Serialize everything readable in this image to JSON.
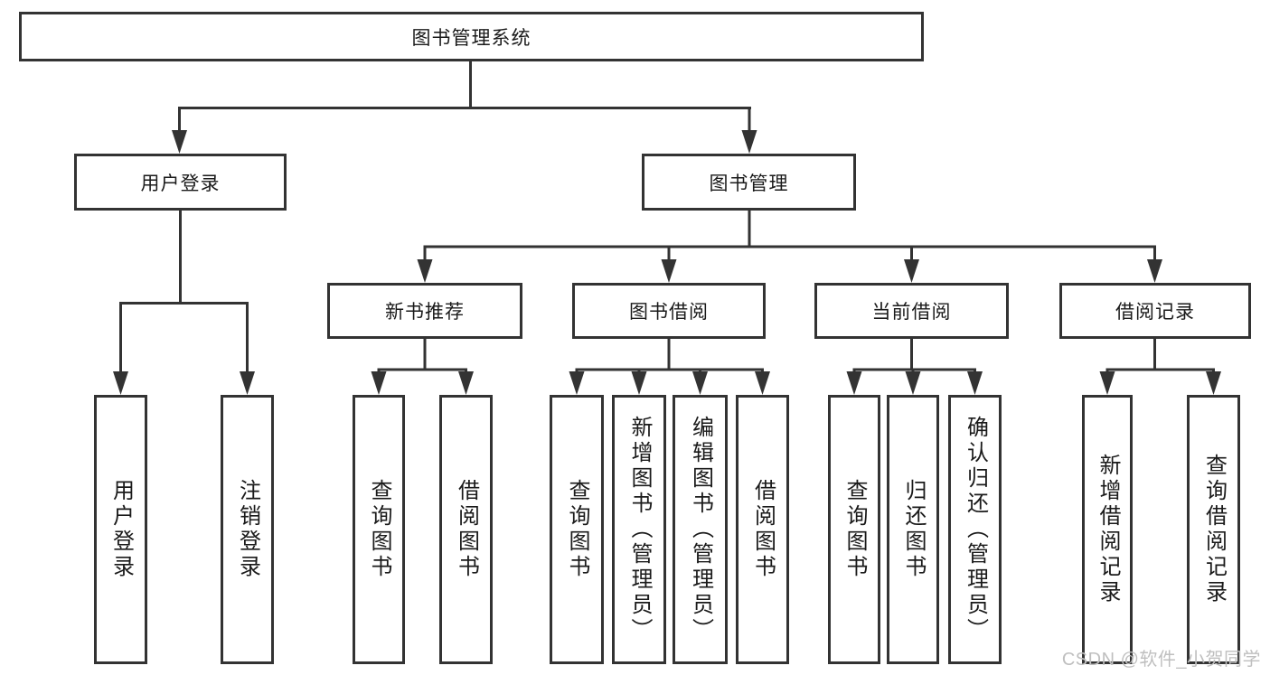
{
  "diagram": {
    "type": "hierarchy",
    "colors": {
      "line": "#333333",
      "box_border": "#333333",
      "text": "#1a1a1a",
      "background": "#ffffff",
      "watermark": "#bfbfbf"
    },
    "watermark": "CSDN @软件_小贺同学",
    "tree": {
      "label": "图书管理系统",
      "children": [
        {
          "label": "用户登录",
          "children": [
            {
              "label": "用户登录"
            },
            {
              "label": "注销登录"
            }
          ]
        },
        {
          "label": "图书管理",
          "children": [
            {
              "label": "新书推荐",
              "children": [
                {
                  "label": "查询图书"
                },
                {
                  "label": "借阅图书"
                }
              ]
            },
            {
              "label": "图书借阅",
              "children": [
                {
                  "label": "查询图书"
                },
                {
                  "label": "新增图书（管理员）"
                },
                {
                  "label": "编辑图书（管理员）"
                },
                {
                  "label": "借阅图书"
                }
              ]
            },
            {
              "label": "当前借阅",
              "children": [
                {
                  "label": "查询图书"
                },
                {
                  "label": "归还图书"
                },
                {
                  "label": "确认归还（管理员）"
                }
              ]
            },
            {
              "label": "借阅记录",
              "children": [
                {
                  "label": "新增借阅记录"
                },
                {
                  "label": "查询借阅记录"
                }
              ]
            }
          ]
        }
      ]
    }
  }
}
